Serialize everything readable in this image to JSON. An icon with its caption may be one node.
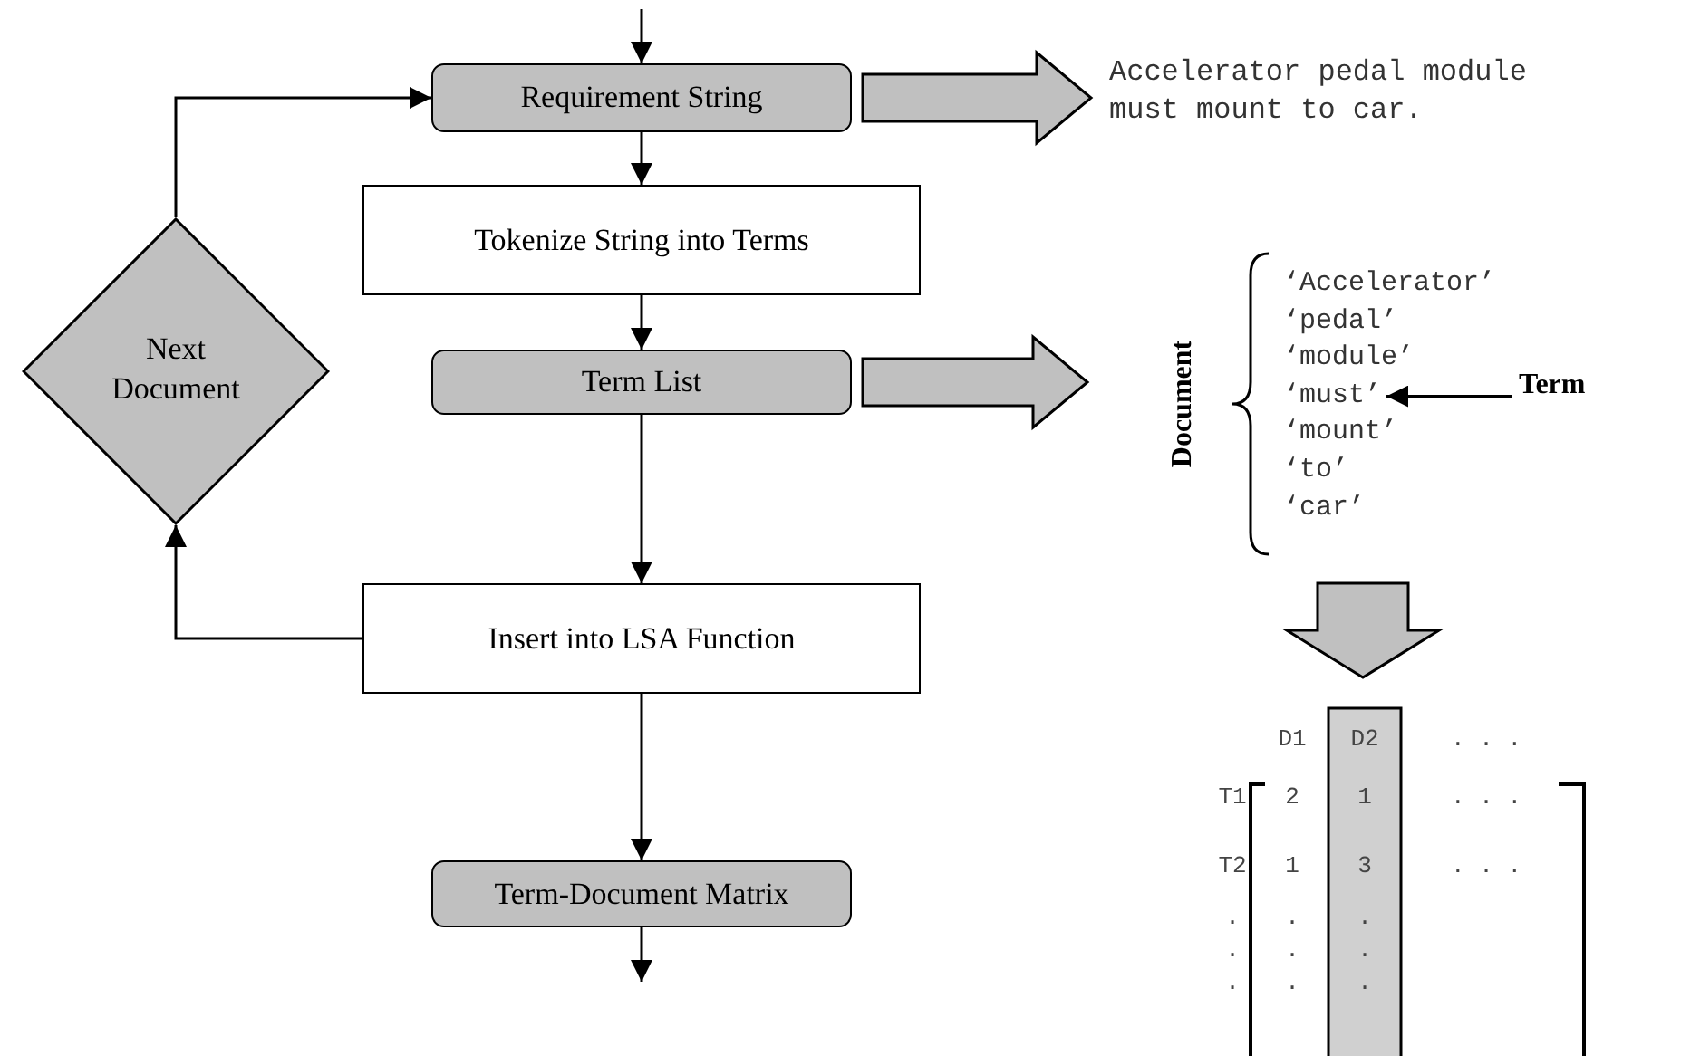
{
  "diagram": {
    "nodes": [
      {
        "text": [
          "Requirement String"
        ]
      },
      {
        "text": [
          "Tokenize String into Terms"
        ]
      },
      {
        "text": [
          "Term List"
        ]
      },
      {
        "text": [
          "Insert into LSA Function"
        ]
      },
      {
        "text": [
          "Term-Document Matrix"
        ]
      },
      {
        "text": [
          "Next Document"
        ]
      },
      {
        "text": [
          "Accelerator pedal module must mount to car."
        ]
      },
      {
        "text": [
          "Document"
        ]
      },
      {
        "text": [
          "‘Accelerator’"
        ],
        "in": 7
      },
      {
        "text": [
          "‘pedal’"
        ],
        "in": 7
      },
      {
        "text": [
          "‘module’"
        ],
        "in": 7
      },
      {
        "text": [
          "‘must’"
        ],
        "in": 7
      },
      {
        "text": [
          "‘mount’"
        ],
        "in": 7
      },
      {
        "text": [
          "‘to’"
        ],
        "in": 7
      },
      {
        "text": [
          "‘car’"
        ],
        "in": 7
      },
      {
        "text": [
          "Term"
        ]
      },
      {
        "text": [
          "D1",
          "D2",
          ". . .",
          "T1",
          "2",
          "1",
          ". . .",
          "T2",
          "1",
          "3",
          ". . .",
          ". . .",
          ". . .",
          ". . ."
        ]
      }
    ],
    "edges": [
      {
        "from": null,
        "to": 0,
        "arrow": "to"
      },
      {
        "from": 0,
        "to": 1,
        "arrow": "to"
      },
      {
        "from": 1,
        "to": 2,
        "arrow": "to"
      },
      {
        "from": 2,
        "to": 3,
        "arrow": "to"
      },
      {
        "from": 3,
        "to": 4,
        "arrow": "to"
      },
      {
        "from": 4,
        "to": null,
        "arrow": "to"
      },
      {
        "from": 3,
        "to": 5,
        "arrow": "to"
      },
      {
        "from": 5,
        "to": 0,
        "arrow": "to"
      },
      {
        "from": 0,
        "to": 6,
        "arrow": "to",
        "style": "thick",
        "color": "#c0c0c0"
      },
      {
        "from": 2,
        "to": 7,
        "arrow": "to",
        "style": "thick",
        "color": "#c0c0c0"
      },
      {
        "from": 15,
        "to": 11,
        "arrow": "to"
      },
      {
        "from": 7,
        "to": 16,
        "arrow": "to",
        "style": "thick",
        "color": "#c0c0c0"
      }
    ]
  }
}
